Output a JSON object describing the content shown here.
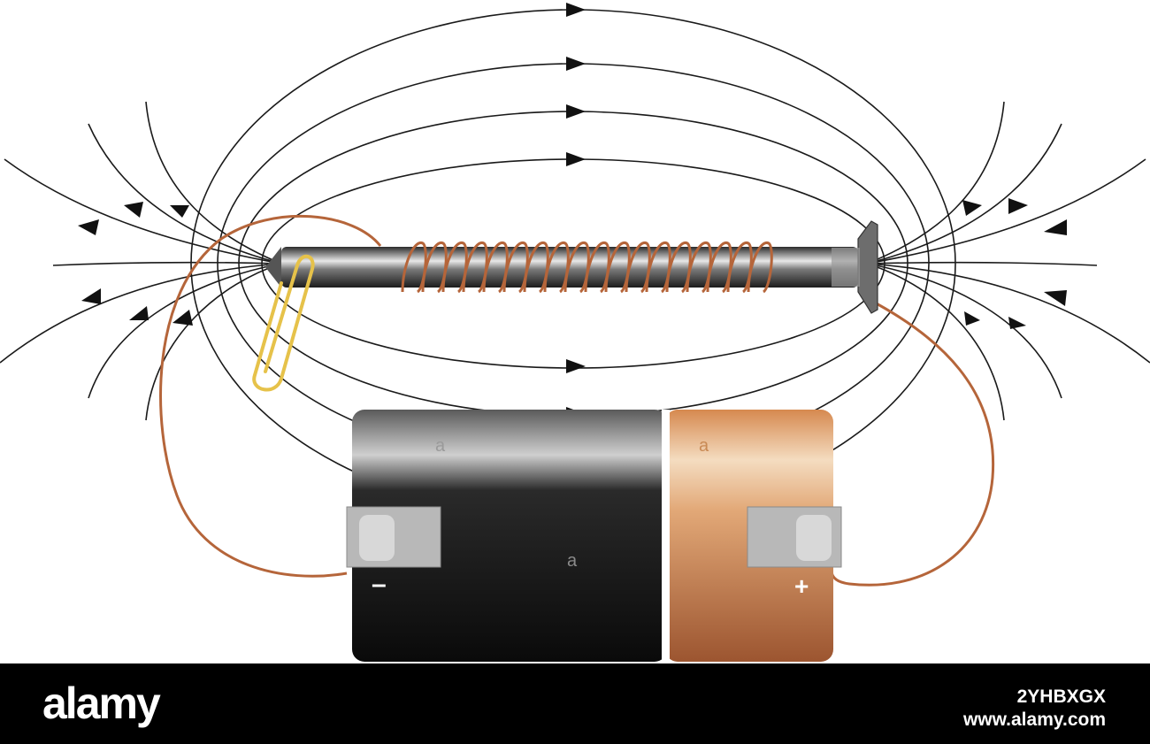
{
  "battery": {
    "negative_symbol": "–",
    "positive_symbol": "+",
    "mark_left": "a",
    "mark_center": "a",
    "mark_right": "a",
    "colors": {
      "body_dark": "#111111",
      "cap_copper": "#d6894f",
      "wire": "#b5653a",
      "clip": "#e6c24a"
    }
  },
  "footer": {
    "brand": "alamy",
    "image_code": "2YHBXGX",
    "site": "www.alamy.com"
  },
  "icons": {
    "paperclip": "paperclip-icon",
    "nail": "nail-icon",
    "battery": "battery-icon"
  }
}
